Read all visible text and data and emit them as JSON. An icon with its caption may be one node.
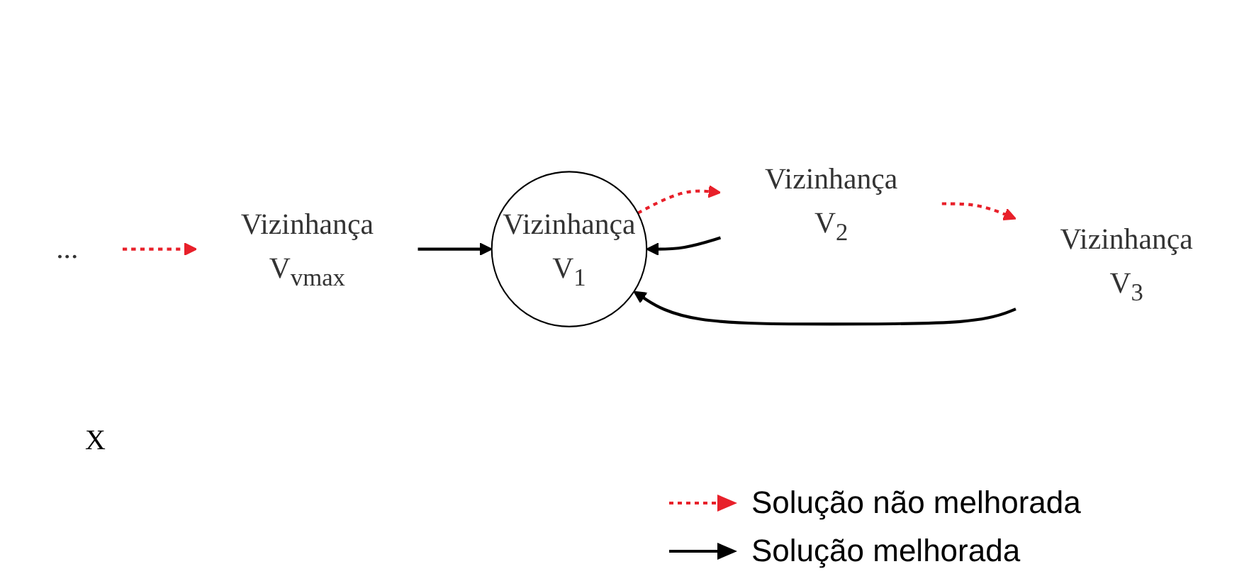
{
  "diagram": {
    "nodes": [
      {
        "text": [
          "Vizinhança",
          "V$_{1}$"
        ]
      },
      {
        "text": [
          "Vizinhança",
          "V$_{2}$"
        ]
      },
      {
        "text": [
          "Vizinhança",
          "V$_{3}$"
        ]
      },
      {
        "text": [
          "..."
        ]
      },
      {
        "text": [
          "Vizinhança",
          "V$_{vmax}$"
        ]
      }
    ],
    "edges": [
      {
        "from": 0,
        "to": 1,
        "arrow": "to",
        "style": "dashed",
        "color": "#e8202a"
      },
      {
        "from": 1,
        "to": 2,
        "arrow": "to",
        "style": "dashed",
        "color": "#e8202a"
      },
      {
        "from": 3,
        "to": 4,
        "arrow": "to",
        "style": "dashed",
        "color": "#e8202a"
      },
      {
        "from": 1,
        "to": 0,
        "arrow": "to",
        "color": "#000000"
      },
      {
        "from": 2,
        "to": 0,
        "arrow": "to",
        "color": "#000000"
      },
      {
        "from": 4,
        "to": 0,
        "arrow": "to",
        "color": "#000000"
      }
    ],
    "labels": [
      "X"
    ],
    "legend": [
      {
        "text": "Solução não melhorada"
      },
      {
        "text": "Solução melhorada"
      }
    ]
  }
}
